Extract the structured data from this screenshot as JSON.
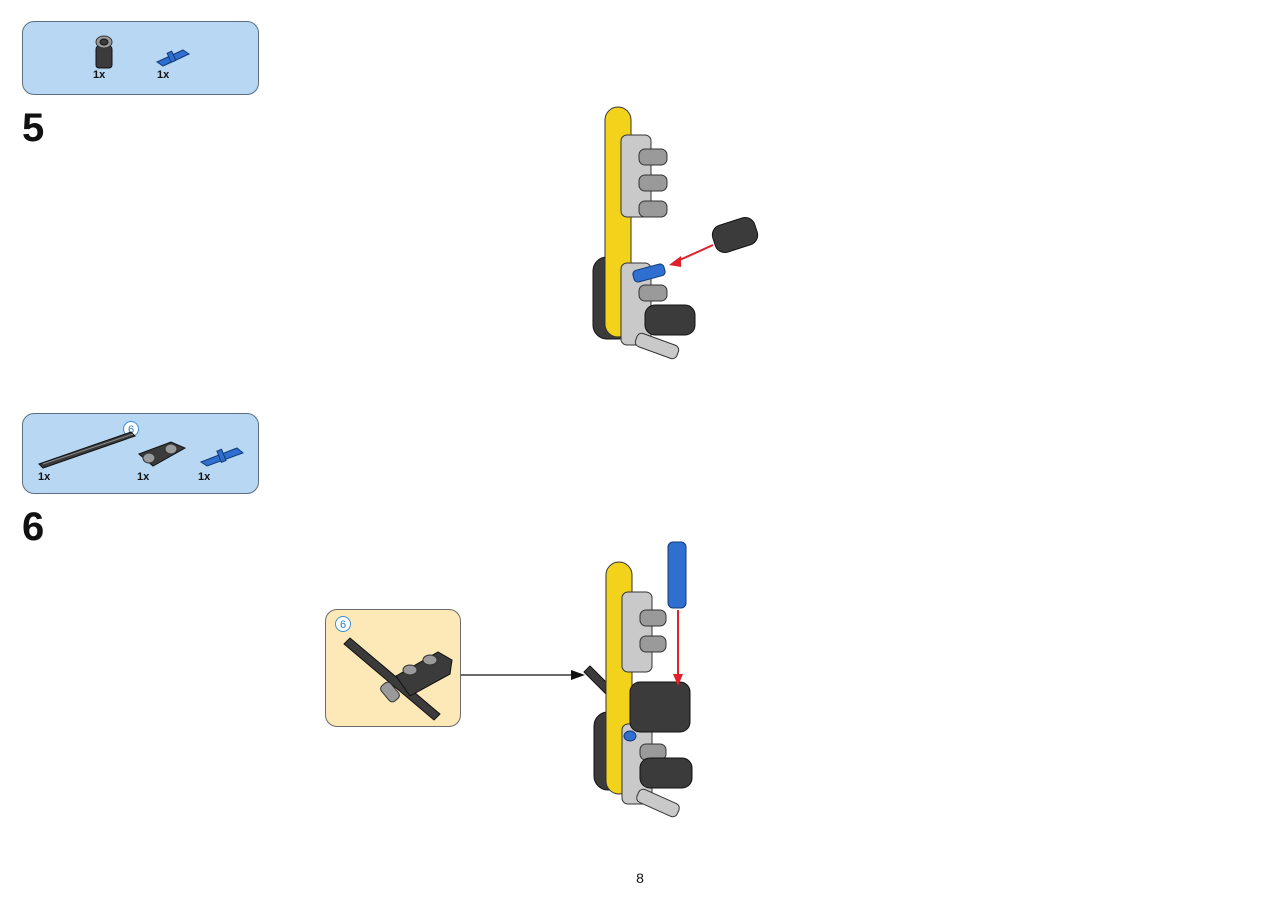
{
  "steps": [
    {
      "number": "5",
      "parts": [
        {
          "icon": "black-angle-connector-icon",
          "qty": "1x"
        },
        {
          "icon": "blue-axle-pin-icon",
          "qty": "1x"
        }
      ]
    },
    {
      "number": "6",
      "callout": "6",
      "parts": [
        {
          "icon": "black-axle-icon",
          "qty": "1x"
        },
        {
          "icon": "black-cross-block-icon",
          "qty": "1x"
        },
        {
          "icon": "blue-friction-pin-icon",
          "qty": "1x"
        }
      ],
      "submodel_callout": "6"
    }
  ],
  "page_number": "8",
  "colors": {
    "parts_box": "#b7d7f3",
    "submodel_box": "#fde9b8",
    "beam_yellow": "#f3d21c",
    "arrow_red": "#e0202a"
  }
}
